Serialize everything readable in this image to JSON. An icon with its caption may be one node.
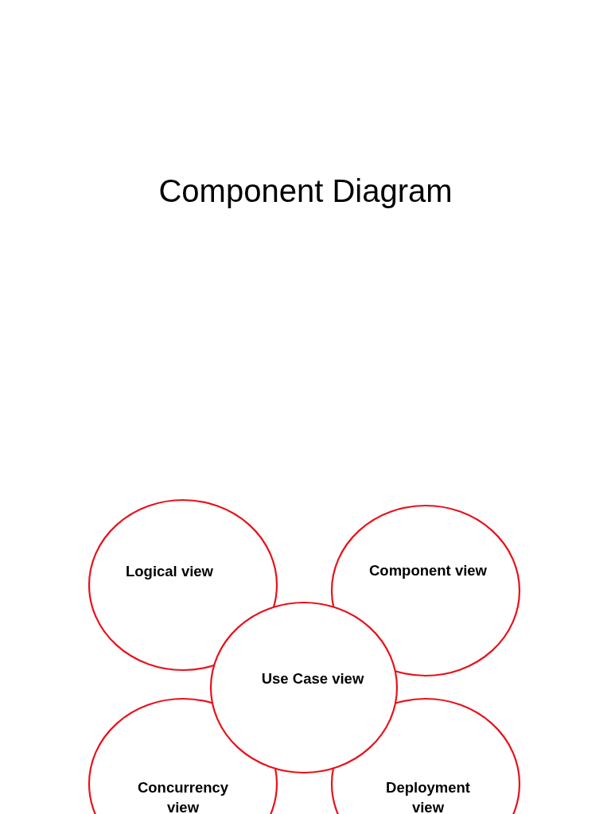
{
  "diagram": {
    "title": "Component Diagram",
    "nodes": [
      {
        "text": [
          "Logical view"
        ]
      },
      {
        "text": [
          "Component view"
        ]
      },
      {
        "text": [
          "Use Case view"
        ]
      },
      {
        "text": [
          "Concurrency view"
        ]
      },
      {
        "text": [
          "Deployment view"
        ]
      }
    ]
  }
}
